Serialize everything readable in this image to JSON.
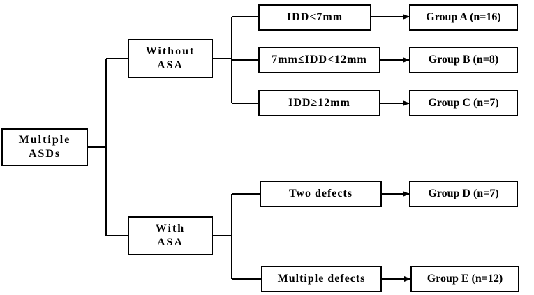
{
  "diagram": {
    "root": {
      "line1": "Multiple",
      "line2": "ASDs"
    },
    "without_asa": {
      "line1": "Without",
      "line2": "ASA"
    },
    "with_asa": {
      "line1": "With",
      "line2": "ASA"
    },
    "criteria": {
      "idd_lt_7": "IDD<7mm",
      "idd_7_12": "7mm≤IDD<12mm",
      "idd_ge_12": "IDD≥12mm",
      "two_defects": "Two defects",
      "multiple_defects": "Multiple defects"
    },
    "groups": {
      "a": "Group A (n=16)",
      "b": "Group B (n=8)",
      "c": "Group C (n=7)",
      "d": "Group D (n=7)",
      "e": "Group E (n=12)"
    },
    "colors": {
      "line": "#000000",
      "box_border": "#000000",
      "background": "#ffffff"
    }
  }
}
